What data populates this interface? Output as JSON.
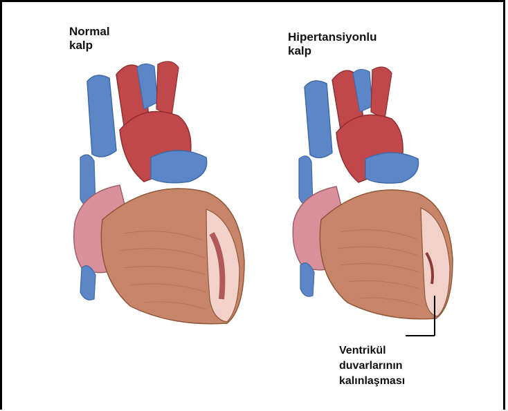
{
  "normal_label": [
    "Normal",
    "kalp"
  ],
  "hyper_label": [
    "Hipertansiyonlu",
    "kalp"
  ],
  "callout_label": [
    "Ventrikül",
    "duvarlarının",
    "kalınlaşması"
  ],
  "colors": {
    "vein": "#5b86c8",
    "artery": "#c0484a",
    "muscle": "#c7866a",
    "atrium": "#d9909a",
    "cavity": "#f2d2c8"
  }
}
